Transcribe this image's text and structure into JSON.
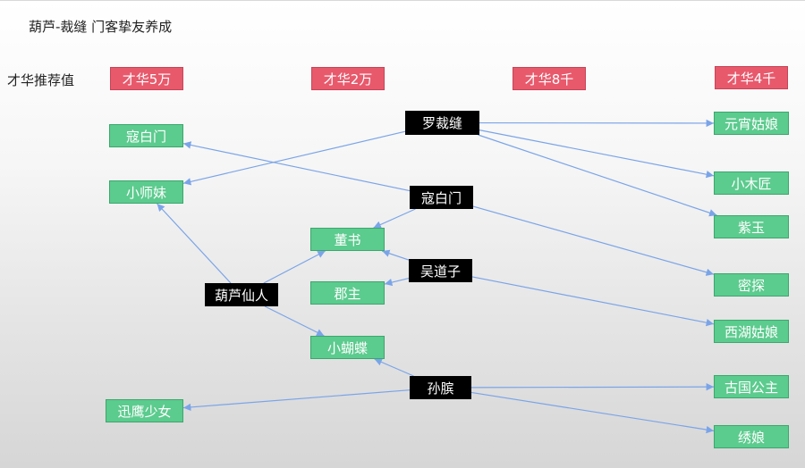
{
  "title": "葫芦-裁缝 门客挚友养成",
  "row_label": "才华推荐值",
  "headers": [
    "才华5万",
    "才华2万",
    "才华8千",
    "才华4千"
  ],
  "targets": {
    "kou": "寇白门",
    "shimei": "小师妹",
    "xunying": "迅鹰少女",
    "dongshu": "董书",
    "junzhu": "郡主",
    "hudie": "小蝴蝶",
    "yuanxiao": "元宵姑娘",
    "mujiang": "小木匠",
    "ziyu": "紫玉",
    "mitan": "密探",
    "xihu": "西湖姑娘",
    "guguo": "古国公主",
    "xiuniang": "绣娘"
  },
  "sources": {
    "luocaifeng": "罗裁缝",
    "koubaimen": "寇白门",
    "wudaozi": "吴道子",
    "hulu": "葫芦仙人",
    "sunbin": "孙膑"
  },
  "edges": [
    [
      "luocaifeng",
      "shimei"
    ],
    [
      "luocaifeng",
      "yuanxiao"
    ],
    [
      "luocaifeng",
      "mujiang"
    ],
    [
      "luocaifeng",
      "ziyu"
    ],
    [
      "koubaimen",
      "kou"
    ],
    [
      "koubaimen",
      "dongshu"
    ],
    [
      "koubaimen",
      "mitan"
    ],
    [
      "wudaozi",
      "dongshu"
    ],
    [
      "wudaozi",
      "junzhu"
    ],
    [
      "wudaozi",
      "xihu"
    ],
    [
      "hulu",
      "shimei"
    ],
    [
      "hulu",
      "dongshu"
    ],
    [
      "hulu",
      "hudie"
    ],
    [
      "sunbin",
      "hudie"
    ],
    [
      "sunbin",
      "xunying"
    ],
    [
      "sunbin",
      "guguo"
    ],
    [
      "sunbin",
      "xiuniang"
    ]
  ],
  "colors": {
    "header": "#e8596c",
    "target": "#5ccb8e",
    "source": "#000000",
    "edge": "#7aa4e8"
  }
}
